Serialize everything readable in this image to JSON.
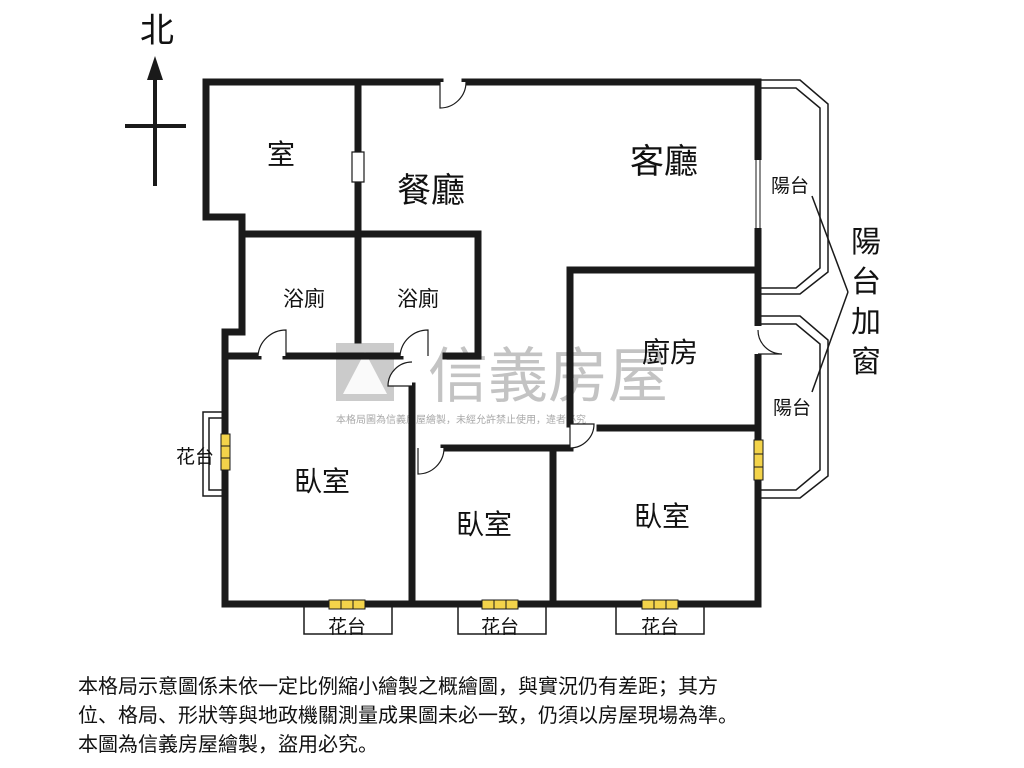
{
  "compass": {
    "north_label": "北"
  },
  "rooms": {
    "room_small": "室",
    "dining": "餐廳",
    "living": "客廳",
    "bath_1": "浴廁",
    "bath_2": "浴廁",
    "kitchen": "廚房",
    "bedroom_1": "臥室",
    "bedroom_2": "臥室",
    "bedroom_3": "臥室",
    "balcony_1": "陽台",
    "balcony_2": "陽台",
    "planter_left": "花台",
    "planter_b1": "花台",
    "planter_b2": "花台",
    "planter_b3": "花台"
  },
  "annotation": {
    "balcony_enclosed": [
      "陽",
      "台",
      "加",
      "窗"
    ]
  },
  "watermark": {
    "brand": "信義房屋",
    "notice": "本格局圖為信義房屋繪製，未經允許禁止使用，違者必究"
  },
  "disclaimer": {
    "line1": "本格局示意圖係未依一定比例縮小繪製之概繪圖，與實況仍有差距；其方",
    "line2": "位、格局、形狀等與地政機關測量成果圖未必一致，仍須以房屋現場為準。",
    "line3": "本圖為信義房屋繪製，盜用必究。"
  }
}
